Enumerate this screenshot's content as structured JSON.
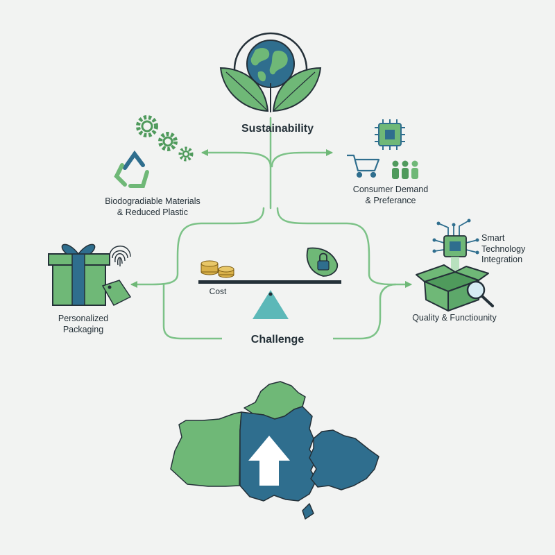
{
  "diagram": {
    "central_title": "Sustainability",
    "balance_title": "Challenge",
    "cost_label": "Cost",
    "biodegradable": {
      "line1": "Biodogradiable Materials",
      "line2": "& Reduced Plastic"
    },
    "consumer": {
      "line1": "Consumer Demand",
      "line2": "& Preferance"
    },
    "smart_tech": {
      "line1": "Smart",
      "line2": "Technology",
      "line3": "Integration"
    },
    "quality": "Quality & Functiounity",
    "personalized": {
      "line1": "Personalized",
      "line2": "Packaging"
    }
  },
  "colors": {
    "green": "#6fb877",
    "green_dark": "#4f9a5c",
    "blue": "#2f6e8e",
    "navy": "#1f4e79",
    "teal": "#5cb8b8",
    "gold": "#d9b14a",
    "line": "#7cc287"
  },
  "icons": [
    "globe-icon",
    "leaves-icon",
    "gears-icon",
    "recycle-icon",
    "chip-icon",
    "cart-icon",
    "people-icon",
    "gift-box-icon",
    "fingerprint-icon",
    "price-tag-icon",
    "coins-icon",
    "lock-leaf-icon",
    "open-box-icon",
    "magnifier-icon",
    "map-icon",
    "arrow-up-icon"
  ]
}
